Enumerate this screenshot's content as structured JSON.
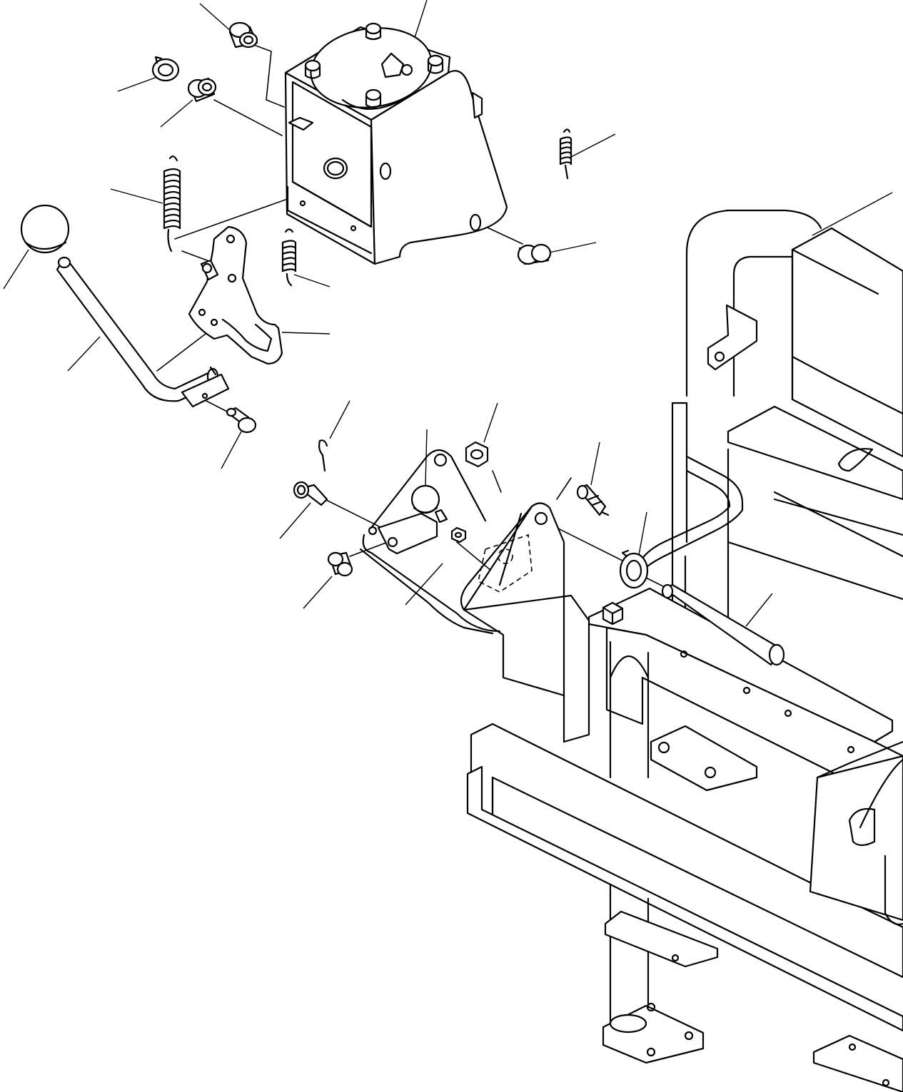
{
  "diagram": {
    "type": "exploded-parts-view",
    "colors": {
      "line": "#000000",
      "background": "#ffffff"
    },
    "parts": [
      {
        "id": "bushing-top",
        "icon": "bushing-icon"
      },
      {
        "id": "snap-ring-left",
        "icon": "snap-ring-icon"
      },
      {
        "id": "bushing-left",
        "icon": "bushing-icon"
      },
      {
        "id": "lever-housing",
        "icon": "housing-icon"
      },
      {
        "id": "small-spring-right",
        "icon": "spring-icon"
      },
      {
        "id": "large-spring",
        "icon": "spring-icon"
      },
      {
        "id": "knob",
        "icon": "knob-icon"
      },
      {
        "id": "small-spring-center",
        "icon": "spring-icon"
      },
      {
        "id": "bushing-right",
        "icon": "bushing-icon"
      },
      {
        "id": "guide-plate",
        "icon": "plate-icon"
      },
      {
        "id": "lever-rod",
        "icon": "lever-icon"
      },
      {
        "id": "bolt-lever",
        "icon": "bolt-icon"
      },
      {
        "id": "cotter-pin",
        "icon": "cotter-pin-icon"
      },
      {
        "id": "stop-ball",
        "icon": "ball-icon"
      },
      {
        "id": "nut-upper",
        "icon": "nut-icon"
      },
      {
        "id": "limit-switch",
        "icon": "switch-icon"
      },
      {
        "id": "bolt-bracket",
        "icon": "bolt-icon"
      },
      {
        "id": "nut-lower",
        "icon": "nut-icon"
      },
      {
        "id": "snap-ring-right",
        "icon": "snap-ring-icon"
      },
      {
        "id": "spacer",
        "icon": "spacer-icon"
      },
      {
        "id": "pin",
        "icon": "pin-icon"
      },
      {
        "id": "frame",
        "icon": "frame-icon"
      }
    ]
  }
}
